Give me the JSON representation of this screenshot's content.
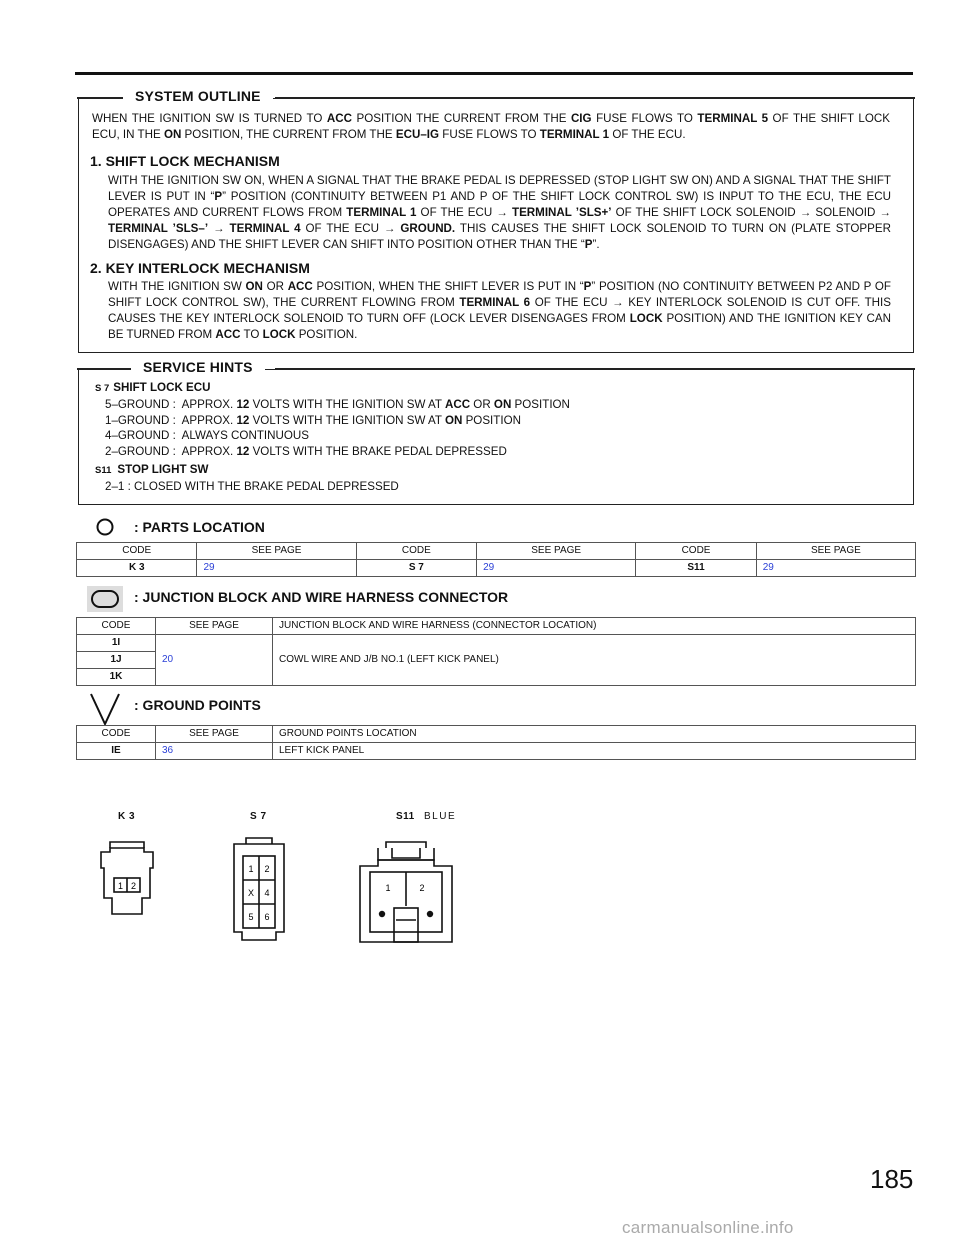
{
  "system_outline": {
    "title": "SYSTEM OUTLINE",
    "intro": [
      {
        "t": "WHEN THE IGNITION SW IS TURNED TO "
      },
      {
        "b": "ACC"
      },
      {
        "t": " POSITION THE CURRENT FROM THE "
      },
      {
        "b": "CIG"
      },
      {
        "t": " FUSE FLOWS TO "
      },
      {
        "b": "TERMINAL 5"
      },
      {
        "t": " OF THE SHIFT LOCK ECU, IN THE "
      },
      {
        "b": "ON"
      },
      {
        "t": " POSITION, THE CURRENT FROM THE "
      },
      {
        "b": "ECU–IG"
      },
      {
        "t": " FUSE FLOWS TO "
      },
      {
        "b": "TERMINAL 1"
      },
      {
        "t": " OF THE ECU."
      }
    ],
    "section1_heading": "1.  SHIFT LOCK MECHANISM",
    "section1_body": [
      {
        "t": "WITH THE IGNITION SW ON, WHEN A SIGNAL THAT THE BRAKE PEDAL IS DEPRESSED (STOP LIGHT SW ON) AND A SIGNAL THAT THE SHIFT LEVER IS PUT IN “"
      },
      {
        "b": "P"
      },
      {
        "t": "” POSITION (CONTINUITY BETWEEN P1 AND P OF THE SHIFT LOCK CONTROL SW) IS INPUT TO THE ECU, THE ECU OPERATES AND CURRENT FLOWS FROM "
      },
      {
        "b": "TERMINAL 1"
      },
      {
        "t": " OF THE ECU → "
      },
      {
        "b": "TERMINAL ’SLS+’"
      },
      {
        "t": " OF THE SHIFT LOCK SOLENOID → SOLENOID → "
      },
      {
        "b": "TERMINAL ’SLS–’"
      },
      {
        "t": " → "
      },
      {
        "b": "TERMINAL 4"
      },
      {
        "t": " OF THE ECU → "
      },
      {
        "b": "GROUND."
      },
      {
        "t": " THIS CAUSES THE SHIFT LOCK SOLENOID TO TURN ON (PLATE STOPPER DISENGAGES) AND THE SHIFT LEVER CAN SHIFT INTO POSITION OTHER THAN THE “"
      },
      {
        "b": "P"
      },
      {
        "t": "”."
      }
    ],
    "section2_heading": "2.  KEY INTERLOCK MECHANISM",
    "section2_body": [
      {
        "t": "WITH THE IGNITION SW "
      },
      {
        "b": "ON"
      },
      {
        "t": " OR "
      },
      {
        "b": "ACC"
      },
      {
        "t": " POSITION, WHEN THE SHIFT LEVER IS PUT IN “"
      },
      {
        "b": "P"
      },
      {
        "t": "” POSITION (NO CONTINUITY BETWEEN P2 AND P OF SHIFT LOCK CONTROL SW), THE CURRENT FLOWING FROM "
      },
      {
        "b": "TERMINAL 6"
      },
      {
        "t": " OF THE ECU → KEY INTERLOCK SOLENOID IS CUT OFF. THIS CAUSES THE KEY INTERLOCK SOLENOID TO TURN OFF (LOCK LEVER DISENGAGES FROM "
      },
      {
        "b": "LOCK"
      },
      {
        "t": " POSITION) AND THE IGNITION KEY CAN BE TURNED FROM "
      },
      {
        "b": "ACC"
      },
      {
        "t": " TO "
      },
      {
        "b": "LOCK"
      },
      {
        "t": " POSITION."
      }
    ]
  },
  "service_hints": {
    "title": "SERVICE HINTS",
    "s7_code": "S 7",
    "s7_name": "SHIFT LOCK ECU",
    "s7_lines": [
      [
        {
          "t": "5–GROUND :  APPROX. "
        },
        {
          "b": "12"
        },
        {
          "t": " VOLTS WITH THE IGNITION SW AT "
        },
        {
          "b": "ACC"
        },
        {
          "t": " OR "
        },
        {
          "b": "ON"
        },
        {
          "t": " POSITION"
        }
      ],
      [
        {
          "t": "1–GROUND :  APPROX. "
        },
        {
          "b": "12"
        },
        {
          "t": " VOLTS WITH THE IGNITION SW AT "
        },
        {
          "b": "ON"
        },
        {
          "t": " POSITION"
        }
      ],
      [
        {
          "t": "4–GROUND :  ALWAYS CONTINUOUS"
        }
      ],
      [
        {
          "t": "2–GROUND :  APPROX. "
        },
        {
          "b": "12"
        },
        {
          "t": " VOLTS WITH THE BRAKE PEDAL DEPRESSED"
        }
      ]
    ],
    "s11_code": "S11",
    "s11_name": "STOP LIGHT SW",
    "s11_lines": [
      [
        {
          "t": "2–1 : CLOSED WITH THE BRAKE PEDAL DEPRESSED"
        }
      ]
    ]
  },
  "parts_location": {
    "title": ": PARTS LOCATION",
    "headers": [
      "CODE",
      "SEE PAGE",
      "CODE",
      "SEE PAGE",
      "CODE",
      "SEE PAGE"
    ],
    "row": [
      "K 3",
      "29",
      "S 7",
      "29",
      "S11",
      "29"
    ]
  },
  "junction_block": {
    "title": ": JUNCTION BLOCK AND WIRE HARNESS CONNECTOR",
    "headers": [
      "CODE",
      "SEE PAGE",
      "JUNCTION BLOCK AND WIRE HARNESS (CONNECTOR LOCATION)"
    ],
    "codes": [
      "1I",
      "1J",
      "1K"
    ],
    "see_page": "20",
    "location": "COWL WIRE AND J/B NO.1 (LEFT KICK PANEL)"
  },
  "ground_points": {
    "title": ": GROUND POINTS",
    "headers": [
      "CODE",
      "SEE PAGE",
      "GROUND POINTS LOCATION"
    ],
    "row": [
      "IE",
      "36",
      "LEFT KICK PANEL"
    ]
  },
  "connectors": {
    "k3": {
      "label": "K 3",
      "pins": [
        "1",
        "2"
      ]
    },
    "s7": {
      "label": "S 7",
      "pins": [
        "1",
        "2",
        "X",
        "4",
        "5",
        "6"
      ]
    },
    "s11": {
      "label": "S11",
      "color": "BLUE",
      "pins": [
        "1",
        "2"
      ]
    }
  },
  "page_number": "185",
  "watermark": "carmanualsonline.info",
  "colors": {
    "link": "#2a3fd6",
    "ink": "#111111",
    "watermark": "#aaaaaa"
  }
}
